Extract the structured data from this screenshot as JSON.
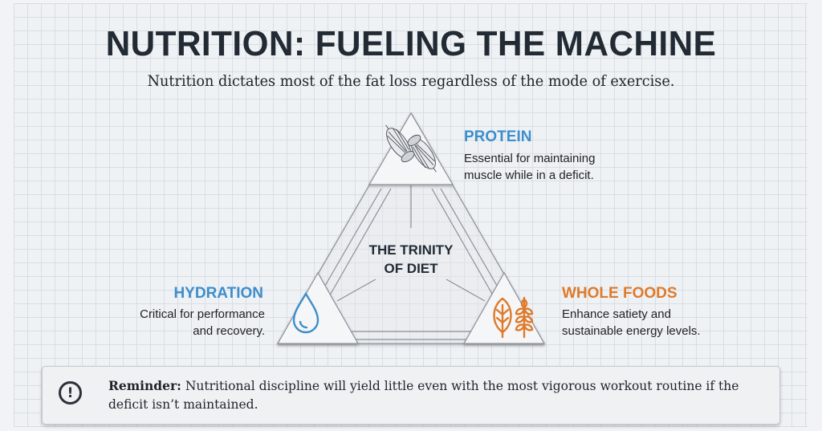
{
  "header": {
    "title": "NUTRITION: FUELING THE MACHINE",
    "subtitle": "Nutrition dictates most of the fat loss regardless of the mode of exercise."
  },
  "diagram": {
    "center_label_line1": "THE TRINITY",
    "center_label_line2": "OF DIET",
    "nodes": [
      {
        "id": "protein",
        "title": "PROTEIN",
        "description_line1": "Essential for maintaining",
        "description_line2": "muscle while in a deficit.",
        "icon": "muscle-icon",
        "color": "#3d8ecb"
      },
      {
        "id": "hydration",
        "title": "HYDRATION",
        "description_line1": "Critical for performance",
        "description_line2": "and recovery.",
        "icon": "water-drop-icon",
        "color": "#3d8ecb"
      },
      {
        "id": "whole_foods",
        "title": "WHOLE FOODS",
        "description_line1": "Enhance satiety and",
        "description_line2": "sustainable energy levels.",
        "icon": "leaf-and-wheat-icon",
        "color": "#de7a2a"
      }
    ]
  },
  "reminder": {
    "icon": "exclamation-circle-icon",
    "icon_glyph": "!",
    "label": "Reminder:",
    "text": " Nutritional discipline will yield little even with the most vigorous workout routine if the deficit isn’t maintained."
  },
  "colors": {
    "blue_accent": "#3d8ecb",
    "orange_accent": "#de7a2a",
    "text_dark": "#222a33"
  }
}
